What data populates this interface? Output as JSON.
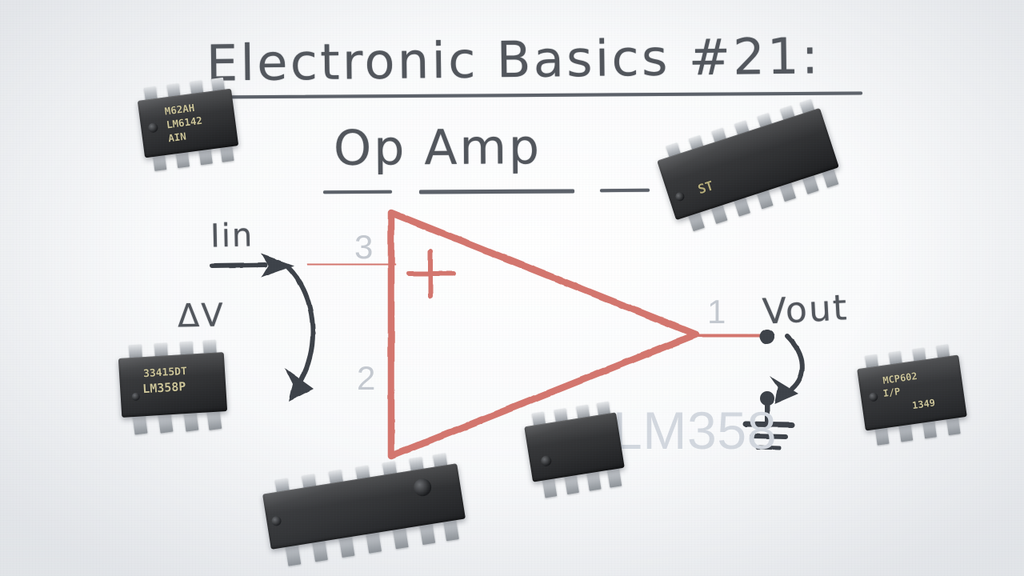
{
  "scene": {
    "title": "Electronic Basics #21:",
    "subtitle": "Op Amp",
    "watermark": "LM358",
    "background_color": "#f4f5f7",
    "ink_color": "#52565c",
    "symbol_color": "#d4766e",
    "pin_number_color": "#c4c9d0"
  },
  "schematic": {
    "component": "operational-amplifier",
    "symbol_shape": "triangle",
    "inputs": [
      {
        "pin": "3",
        "polarity": "+",
        "name": "non-inverting-input"
      },
      {
        "pin": "2",
        "polarity": "−",
        "name": "inverting-input"
      }
    ],
    "output": {
      "pin": "1",
      "label": "Vout"
    },
    "ground_symbol": "earth-ground"
  },
  "annotations": {
    "input_current": "Iin",
    "differential_voltage": "ΔV",
    "output_label": "Vout",
    "plus_symbol": "+",
    "minus_symbol": "−",
    "pin_top": "3",
    "pin_bottom": "2",
    "pin_output": "1"
  },
  "chips": [
    {
      "name": "chip-lm6142",
      "package": "DIP-8",
      "lines": [
        "M62AH",
        "LM6142",
        "AIN"
      ],
      "manufacturer_logo": "national-semiconductor"
    },
    {
      "name": "chip-lm358p",
      "package": "DIP-8",
      "lines": [
        "33415DT",
        "LM358P"
      ],
      "manufacturer_logo": "texas-instruments"
    },
    {
      "name": "chip-st14",
      "package": "DIP-14",
      "lines": [
        ""
      ],
      "manufacturer_logo": "st"
    },
    {
      "name": "chip-mcp602",
      "package": "DIP-8",
      "lines": [
        "MCP602",
        "I/P",
        "1349"
      ],
      "manufacturer_logo": "microchip"
    },
    {
      "name": "chip-dip14",
      "package": "DIP-14",
      "lines": [
        ""
      ],
      "manufacturer_logo": ""
    },
    {
      "name": "chip-dip8",
      "package": "DIP-8",
      "lines": [
        ""
      ],
      "manufacturer_logo": ""
    }
  ]
}
